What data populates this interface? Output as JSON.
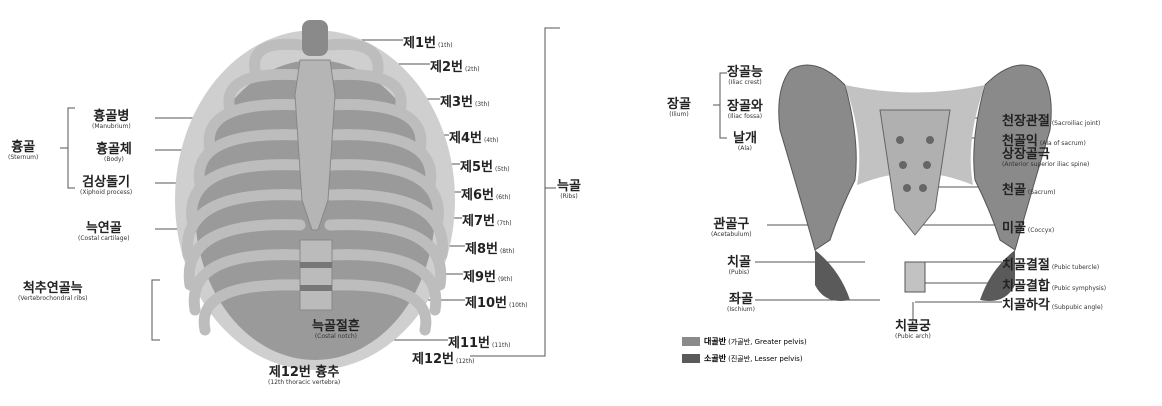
{
  "ribcage": {
    "sternum": {
      "ko": "흉골",
      "en": "(Sternum)"
    },
    "manubrium": {
      "ko": "흉골병",
      "en": "(Manubrium)"
    },
    "body": {
      "ko": "흉골체",
      "en": "(Body)"
    },
    "xiphoid": {
      "ko": "검상돌기",
      "en": "(Xiphoid process)"
    },
    "costal_cartilage": {
      "ko": "늑연골",
      "en": "(Costal cartilage)"
    },
    "vertebrochondral": {
      "ko": "척추연골늑",
      "en": "(Vertebrochondral ribs)"
    },
    "costal_notch": {
      "ko": "늑골절흔",
      "en": "(Costal notch)"
    },
    "vertebra12": {
      "ko": "제12번 흉추",
      "en": "(12th thoracic vertebra)"
    },
    "ribs_group": {
      "ko": "늑골",
      "en": "(Ribs)"
    },
    "ribs": [
      {
        "ko": "제1번",
        "en": "(1th)"
      },
      {
        "ko": "제2번",
        "en": "(2th)"
      },
      {
        "ko": "제3번",
        "en": "(3th)"
      },
      {
        "ko": "제4번",
        "en": "(4th)"
      },
      {
        "ko": "제5번",
        "en": "(5th)"
      },
      {
        "ko": "제6번",
        "en": "(6th)"
      },
      {
        "ko": "제7번",
        "en": "(7th)"
      },
      {
        "ko": "제8번",
        "en": "(8th)"
      },
      {
        "ko": "제9번",
        "en": "(9th)"
      },
      {
        "ko": "제10번",
        "en": "(10th)"
      },
      {
        "ko": "제11번",
        "en": "(11th)"
      },
      {
        "ko": "제12번",
        "en": "(12th)"
      }
    ]
  },
  "pelvis": {
    "ilium": {
      "ko": "장골",
      "en": "(Ilium)"
    },
    "iliac_crest": {
      "ko": "장골능",
      "en": "(Iliac crest)"
    },
    "iliac_fossa": {
      "ko": "장골와",
      "en": "(Iliac fossa)"
    },
    "ala": {
      "ko": "날개",
      "en": "(Ala)"
    },
    "acetabulum": {
      "ko": "관골구",
      "en": "(Acetabulum)"
    },
    "pubis": {
      "ko": "치골",
      "en": "(Pubis)"
    },
    "ischium": {
      "ko": "좌골",
      "en": "(Ischium)"
    },
    "sacroiliac": {
      "ko": "천장관절",
      "en": "(Sacroiliac joint)"
    },
    "ala_sacrum": {
      "ko": "천골익",
      "en": "(Ala of sacrum)"
    },
    "asis": {
      "ko": "상장골극",
      "en": "(Anterior superior iliac spine)"
    },
    "sacrum": {
      "ko": "천골",
      "en": "(Sacrum)"
    },
    "coccyx": {
      "ko": "미골",
      "en": "(Coccyx)"
    },
    "pubic_tubercle": {
      "ko": "치골결절",
      "en": "(Pubic tubercle)"
    },
    "pubic_symphysis": {
      "ko": "치골결합",
      "en": "(Pubic symphysis)"
    },
    "subpubic_angle": {
      "ko": "치골하각",
      "en": "(Subpubic angle)"
    },
    "pubic_arch": {
      "ko": "치골궁",
      "en": "(Pubic arch)"
    },
    "legend": [
      {
        "ko": "대골반",
        "ko2": "(가골반,",
        "en": "Greater pelvis)",
        "color": "#8a8a8a"
      },
      {
        "ko": "소골반",
        "ko2": "(진골반,",
        "en": "Lesser pelvis)",
        "color": "#5a5a5a"
      }
    ]
  }
}
